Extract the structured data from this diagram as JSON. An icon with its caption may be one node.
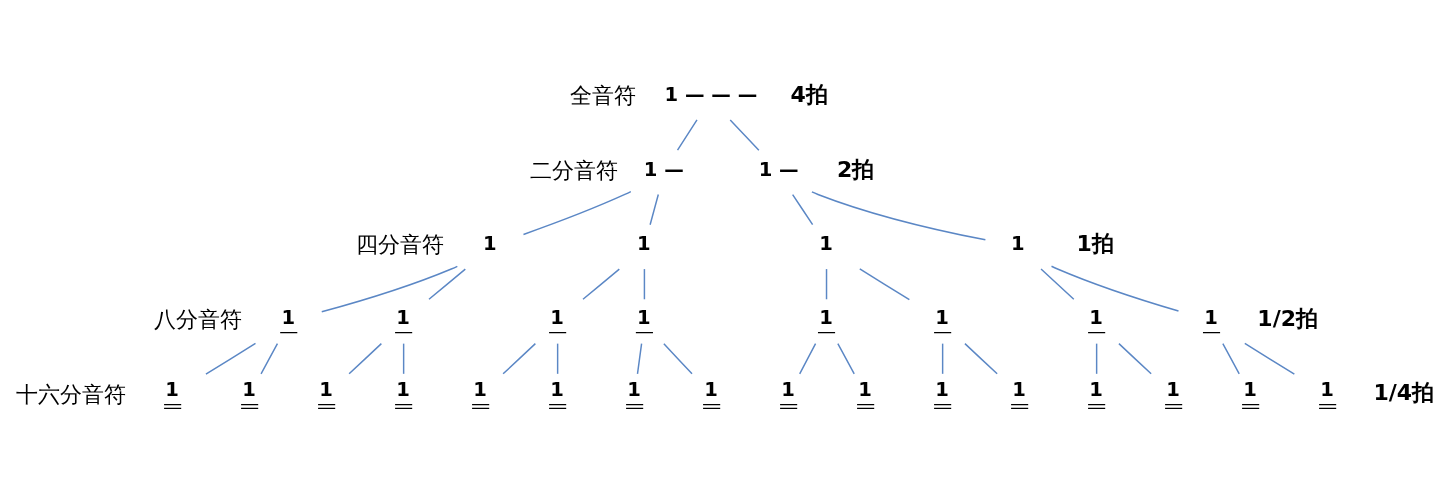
{
  "diagram": {
    "nodes": [
      {
        "text": [
          "1 — — —"
        ]
      },
      {
        "text": [
          "1 —"
        ]
      },
      {
        "text": [
          "1 —"
        ]
      },
      {
        "text": [
          "1"
        ]
      },
      {
        "text": [
          "1"
        ]
      },
      {
        "text": [
          "1"
        ]
      },
      {
        "text": [
          "1"
        ]
      },
      {
        "text": [
          "1"
        ]
      },
      {
        "text": [
          "1"
        ]
      },
      {
        "text": [
          "1"
        ]
      },
      {
        "text": [
          "1"
        ]
      },
      {
        "text": [
          "1"
        ]
      },
      {
        "text": [
          "1"
        ]
      },
      {
        "text": [
          "1"
        ]
      },
      {
        "text": [
          "1"
        ]
      },
      {
        "text": [
          "1"
        ]
      },
      {
        "text": [
          "1"
        ]
      },
      {
        "text": [
          "1"
        ]
      },
      {
        "text": [
          "1"
        ]
      },
      {
        "text": [
          "1"
        ]
      },
      {
        "text": [
          "1"
        ]
      },
      {
        "text": [
          "1"
        ]
      },
      {
        "text": [
          "1"
        ]
      },
      {
        "text": [
          "1"
        ]
      },
      {
        "text": [
          "1"
        ]
      },
      {
        "text": [
          "1"
        ]
      },
      {
        "text": [
          "1"
        ]
      },
      {
        "text": [
          "1"
        ]
      },
      {
        "text": [
          "1"
        ]
      },
      {
        "text": [
          "1"
        ]
      },
      {
        "text": [
          "1"
        ]
      }
    ],
    "edges": [
      {
        "from": 0,
        "to": 1,
        "arrow": "none"
      },
      {
        "from": 0,
        "to": 2,
        "arrow": "none"
      },
      {
        "from": 1,
        "to": 3,
        "arrow": "none"
      },
      {
        "from": 1,
        "to": 4,
        "arrow": "none"
      },
      {
        "from": 2,
        "to": 5,
        "arrow": "none"
      },
      {
        "from": 2,
        "to": 6,
        "arrow": "none"
      },
      {
        "from": 3,
        "to": 7,
        "arrow": "none"
      },
      {
        "from": 3,
        "to": 8,
        "arrow": "none"
      },
      {
        "from": 4,
        "to": 9,
        "arrow": "none"
      },
      {
        "from": 4,
        "to": 10,
        "arrow": "none"
      },
      {
        "from": 5,
        "to": 11,
        "arrow": "none"
      },
      {
        "from": 5,
        "to": 12,
        "arrow": "none"
      },
      {
        "from": 6,
        "to": 13,
        "arrow": "none"
      },
      {
        "from": 6,
        "to": 14,
        "arrow": "none"
      },
      {
        "from": 7,
        "to": 15,
        "arrow": "none"
      },
      {
        "from": 7,
        "to": 16,
        "arrow": "none"
      },
      {
        "from": 8,
        "to": 17,
        "arrow": "none"
      },
      {
        "from": 8,
        "to": 18,
        "arrow": "none"
      },
      {
        "from": 9,
        "to": 19,
        "arrow": "none"
      },
      {
        "from": 9,
        "to": 20,
        "arrow": "none"
      },
      {
        "from": 10,
        "to": 21,
        "arrow": "none"
      },
      {
        "from": 10,
        "to": 22,
        "arrow": "none"
      },
      {
        "from": 11,
        "to": 23,
        "arrow": "none"
      },
      {
        "from": 11,
        "to": 24,
        "arrow": "none"
      },
      {
        "from": 12,
        "to": 25,
        "arrow": "none"
      },
      {
        "from": 12,
        "to": 26,
        "arrow": "none"
      },
      {
        "from": 13,
        "to": 27,
        "arrow": "none"
      },
      {
        "from": 13,
        "to": 28,
        "arrow": "none"
      },
      {
        "from": 14,
        "to": 29,
        "arrow": "none"
      },
      {
        "from": 14,
        "to": 30,
        "arrow": "none"
      }
    ],
    "labels": [
      "全音符",
      "4拍",
      "二分音符",
      "2拍",
      "四分音符",
      "1拍",
      "八分音符",
      "1/2拍",
      "十六分音符",
      "1/4拍"
    ]
  }
}
